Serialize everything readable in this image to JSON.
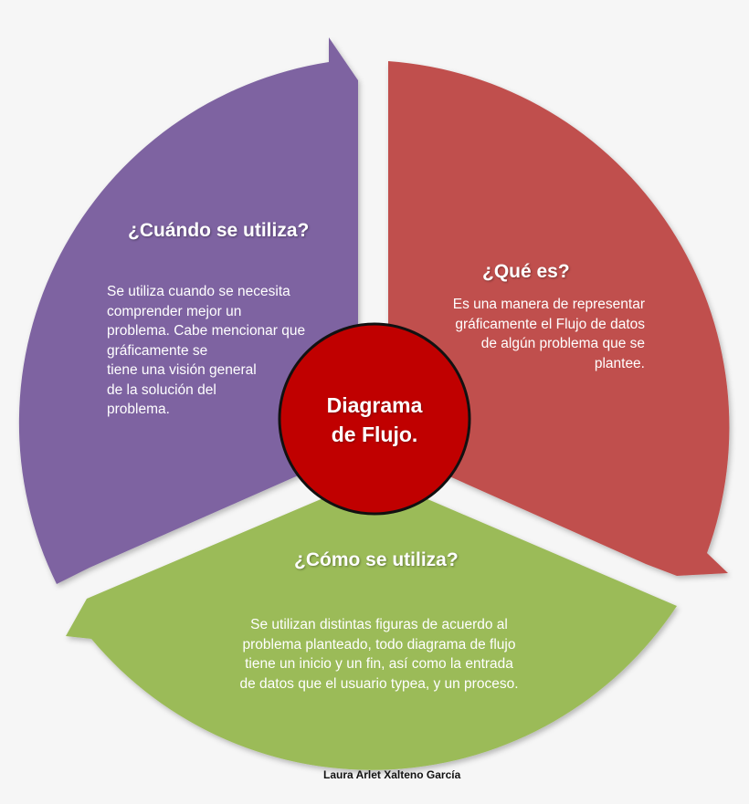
{
  "colors": {
    "background": "#f6f6f6",
    "purple": "#7e64a1",
    "red": "#c0504d",
    "green": "#9bbb59",
    "center_fill": "#c00000",
    "center_stroke": "#111111"
  },
  "center": {
    "label": "Diagrama\nde Flujo."
  },
  "sections": {
    "cuando": {
      "heading": "¿Cuándo se utiliza?",
      "body": "Se utiliza cuando se necesita\ncomprender mejor un\nproblema. Cabe mencionar que\ngráficamente se\ntiene una visión general\nde la solución del\nproblema."
    },
    "que": {
      "heading": "¿Qué es?",
      "body": "Es una manera de representar\ngráficamente el Flujo de datos\nde algún problema que se\nplantee."
    },
    "como": {
      "heading": "¿Cómo se utiliza?",
      "body": "Se utilizan distintas figuras de acuerdo al\nproblema planteado, todo diagrama de flujo\ntiene un inicio y un fin, así como la entrada\nde datos que el usuario  typea, y un proceso."
    }
  },
  "author": "Laura Arlet Xalteno García"
}
